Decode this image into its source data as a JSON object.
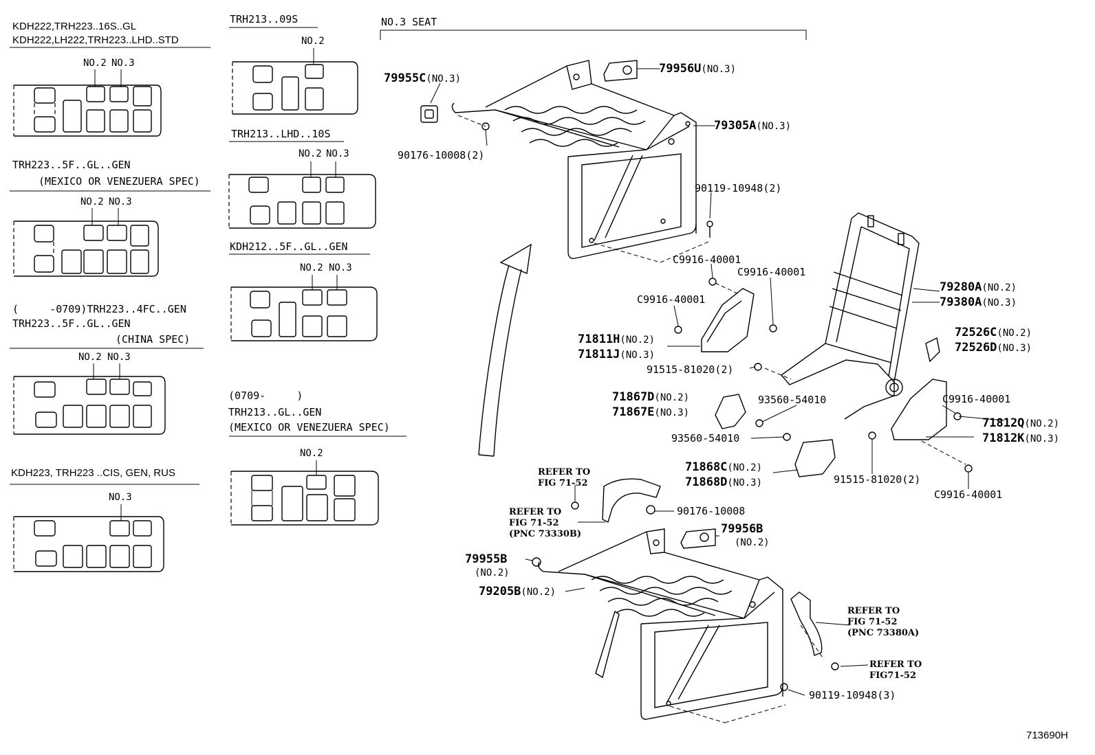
{
  "diagram_id": "713690H",
  "left_column": {
    "section1": {
      "line1": "KDH222,TRH223..16S..GL",
      "line2": "KDH222,LH222,TRH223..LHD..STD",
      "label_a": "NO.2",
      "label_b": "NO.3"
    },
    "section2": {
      "line1": "TRH223..5F..GL..GEN",
      "line2": "(MEXICO OR VENEZUERA SPEC)",
      "label_a": "NO.2",
      "label_b": "NO.3"
    },
    "section3": {
      "line1": "(     -0709)TRH223..4FC..GEN",
      "line2": "TRH223..5F..GL..GEN",
      "line3": "(CHINA SPEC)",
      "label_a": "NO.2",
      "label_b": "NO.3"
    },
    "section4": {
      "line1": "KDH223, TRH223 ..CIS, GEN, RUS",
      "label_a": "NO.3"
    }
  },
  "middle_column": {
    "section1": {
      "line1": "TRH213..09S",
      "label_a": "NO.2"
    },
    "section2": {
      "line1": "TRH213..LHD..10S",
      "label_a": "NO.2",
      "label_b": "NO.3"
    },
    "section3": {
      "line1": "KDH212..5F..GL..GEN",
      "label_a": "NO.2",
      "label_b": "NO.3"
    },
    "section4": {
      "line1": "(0709-     )",
      "line2": "TRH213..GL..GEN",
      "line3": "(MEXICO OR VENEZUERA SPEC)",
      "label_a": "NO.2"
    }
  },
  "no3_seat_header": "NO.3 SEAT",
  "parts": {
    "p79955C": {
      "code": "79955C",
      "qual": "(NO.3)"
    },
    "p79956U": {
      "code": "79956U",
      "qual": "(NO.3)"
    },
    "p79305A": {
      "code": "79305A",
      "qual": "(NO.3)"
    },
    "p90176_top": {
      "code": "90176-10008(2)"
    },
    "p90119_top": {
      "code": "90119-10948(2)"
    },
    "pC9916_a": {
      "code": "C9916-40001"
    },
    "pC9916_b": {
      "code": "C9916-40001"
    },
    "pC9916_c": {
      "code": "C9916-40001"
    },
    "pC9916_d": {
      "code": "C9916-40001"
    },
    "pC9916_e": {
      "code": "C9916-40001"
    },
    "p79280A": {
      "code": "79280A",
      "qual": "(NO.2)"
    },
    "p79380A": {
      "code": "79380A",
      "qual": "(NO.3)"
    },
    "p72526C": {
      "code": "72526C",
      "qual": "(NO.2)"
    },
    "p72526D": {
      "code": "72526D",
      "qual": "(NO.3)"
    },
    "p71811H": {
      "code": "71811H",
      "qual": "(NO.2)"
    },
    "p71811J": {
      "code": "71811J",
      "qual": "(NO.3)"
    },
    "p91515_a": {
      "code": "91515-81020(2)"
    },
    "p91515_b": {
      "code": "91515-81020(2)"
    },
    "p71867D": {
      "code": "71867D",
      "qual": "(NO.2)"
    },
    "p71867E": {
      "code": "71867E",
      "qual": "(NO.3)"
    },
    "p93560_a": {
      "code": "93560-54010"
    },
    "p93560_b": {
      "code": "93560-54010"
    },
    "p71812Q": {
      "code": "71812Q",
      "qual": "(NO.2)"
    },
    "p71812K": {
      "code": "71812K",
      "qual": "(NO.3)"
    },
    "p71868C": {
      "code": "71868C",
      "qual": "(NO.2)"
    },
    "p71868D": {
      "code": "71868D",
      "qual": "(NO.3)"
    },
    "p90176_bot": {
      "code": "90176-10008"
    },
    "p79956B": {
      "code": "79956B",
      "qual": "(NO.2)"
    },
    "p79955B": {
      "code": "79955B",
      "qual": "(NO.2)"
    },
    "p79205B": {
      "code": "79205B",
      "qual": "(NO.2)"
    },
    "p90119_bot": {
      "code": "90119-10948(3)"
    }
  },
  "refs": {
    "ref1": {
      "line1": "REFER TO",
      "line2": "FIG 71-52"
    },
    "ref2": {
      "line1": "REFER TO",
      "line2": "FIG 71-52",
      "line3": "(PNC 73330B)"
    },
    "ref3": {
      "line1": "REFER TO",
      "line2": "FIG 71-52",
      "line3": "(PNC 73380A)"
    },
    "ref4": {
      "line1": "REFER TO",
      "line2": "FIG71-52"
    }
  }
}
